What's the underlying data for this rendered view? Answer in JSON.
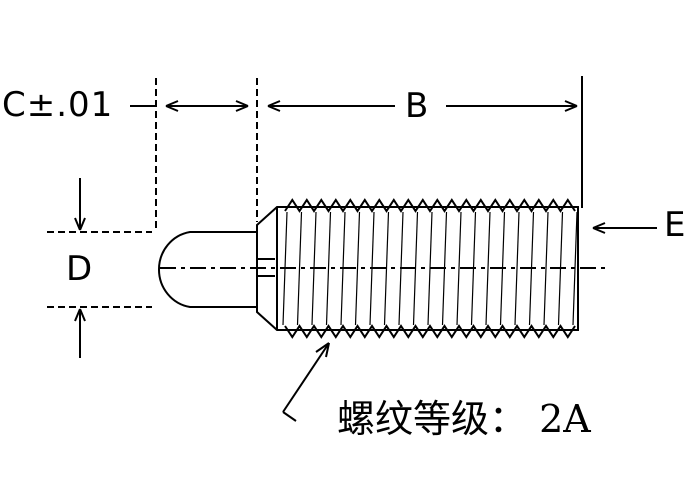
{
  "labels": {
    "c": "C±.01",
    "b": "B",
    "d": "D",
    "e": "E",
    "note": "螺纹等级： 2A"
  },
  "colors": {
    "line": "#000000",
    "background": "#ffffff"
  }
}
